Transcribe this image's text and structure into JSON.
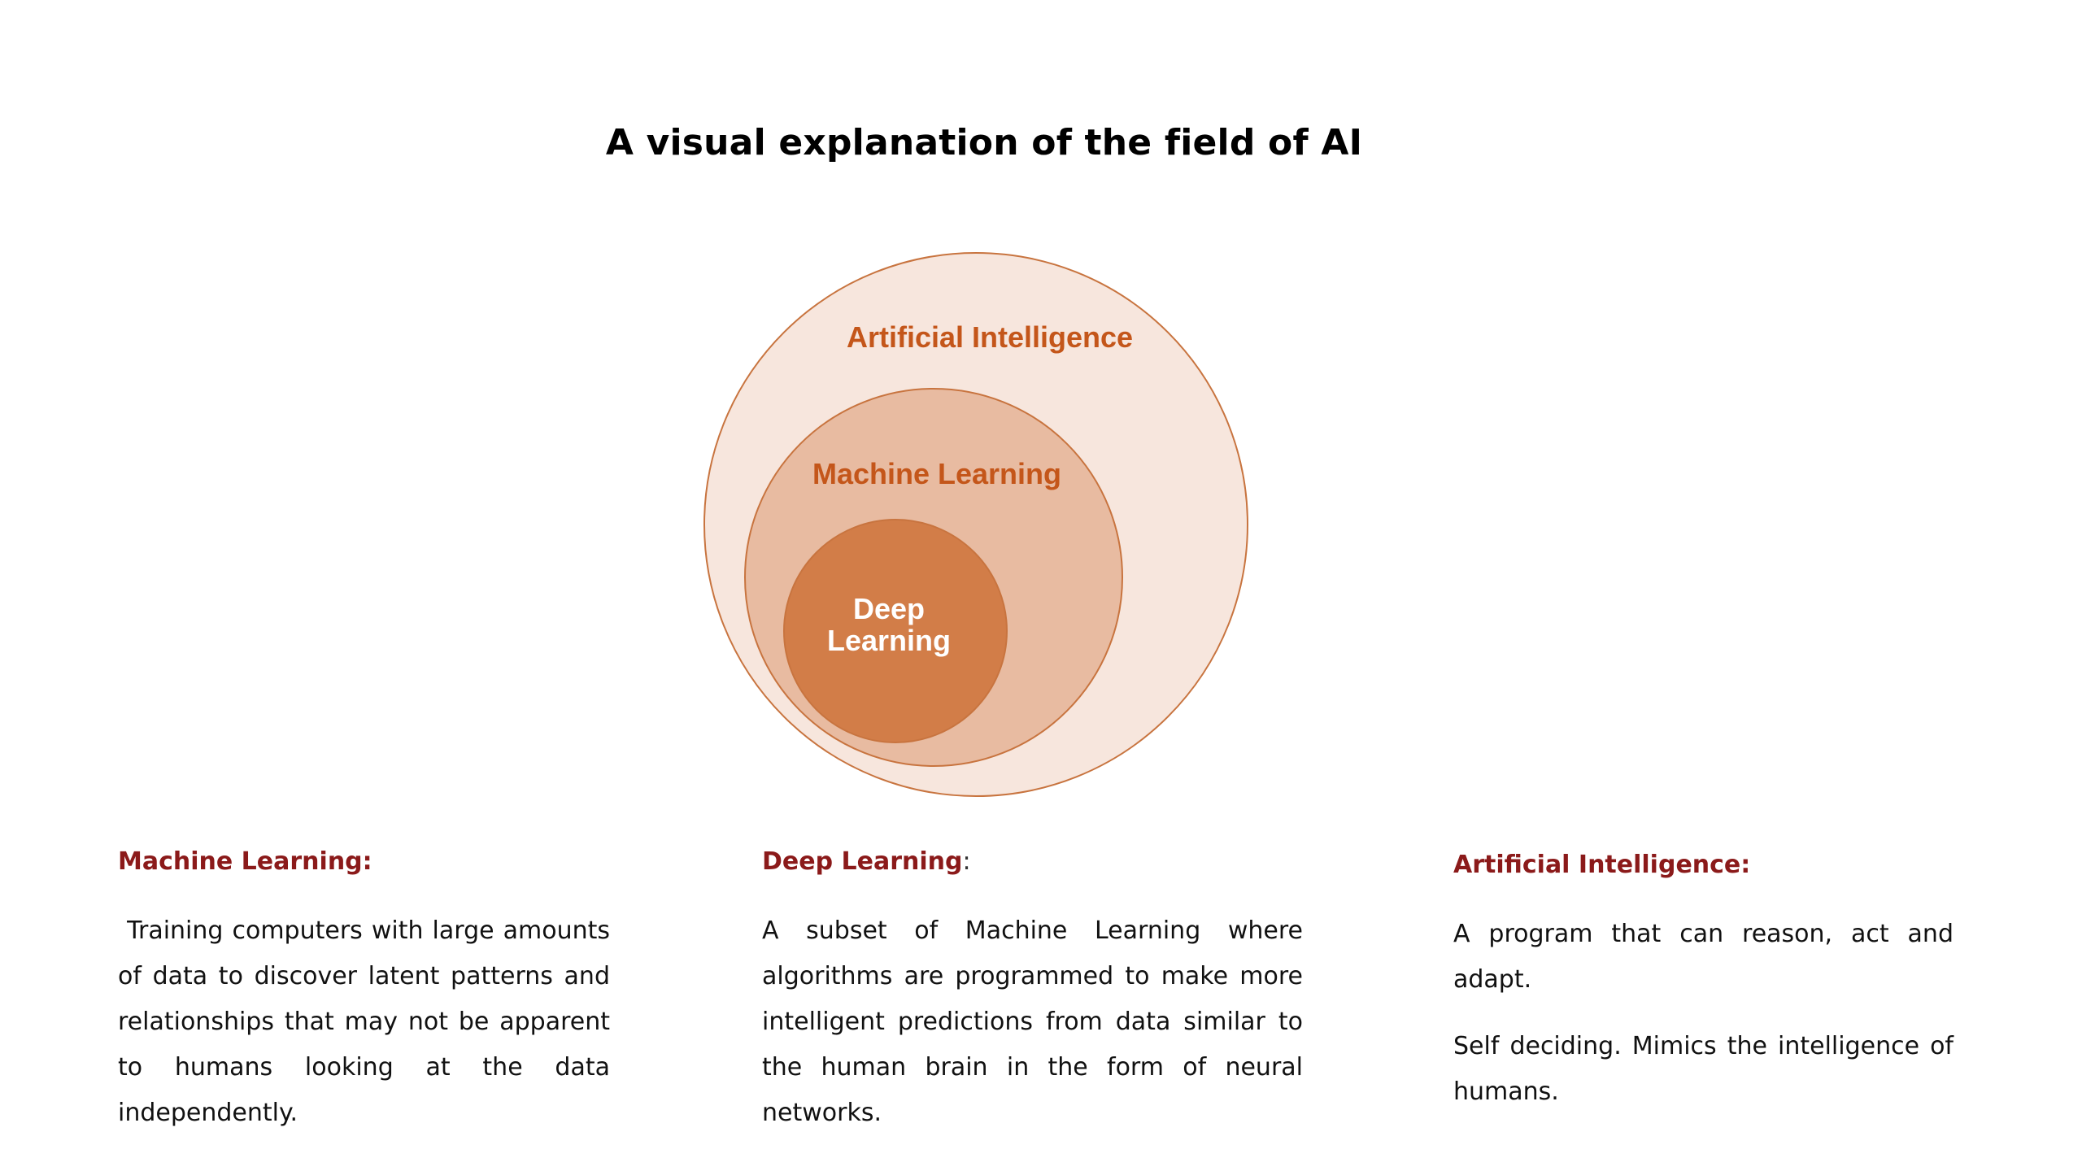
{
  "title": "A visual explanation of the field of AI",
  "diagram": {
    "outer_label": "Artificial Intelligence",
    "middle_label": "Machine Learning",
    "inner_label_line1": "Deep",
    "inner_label_line2": "Learning",
    "colors": {
      "outer_fill": "#f7e6dd",
      "middle_fill": "#e8bba1",
      "inner_fill": "#d27d48",
      "stroke": "#c8743f",
      "label": "#c4561a",
      "inner_label": "#ffffff"
    }
  },
  "definitions": {
    "ml": {
      "heading": "Machine Learning:",
      "text": " Training computers with large amounts of data to discover latent patterns and relationships that may not be apparent to humans looking at the data independently."
    },
    "dl": {
      "heading": "Deep Learning",
      "heading_suffix": ":",
      "text": "A subset of Machine Learning where algorithms are programmed to make more intelligent predictions from data similar to the human brain in the form of neural networks."
    },
    "ai": {
      "heading": "Artificial Intelligence:",
      "text1": "A program that can reason, act and adapt.",
      "text2": "Self deciding. Mimics the intelligence of humans."
    }
  }
}
